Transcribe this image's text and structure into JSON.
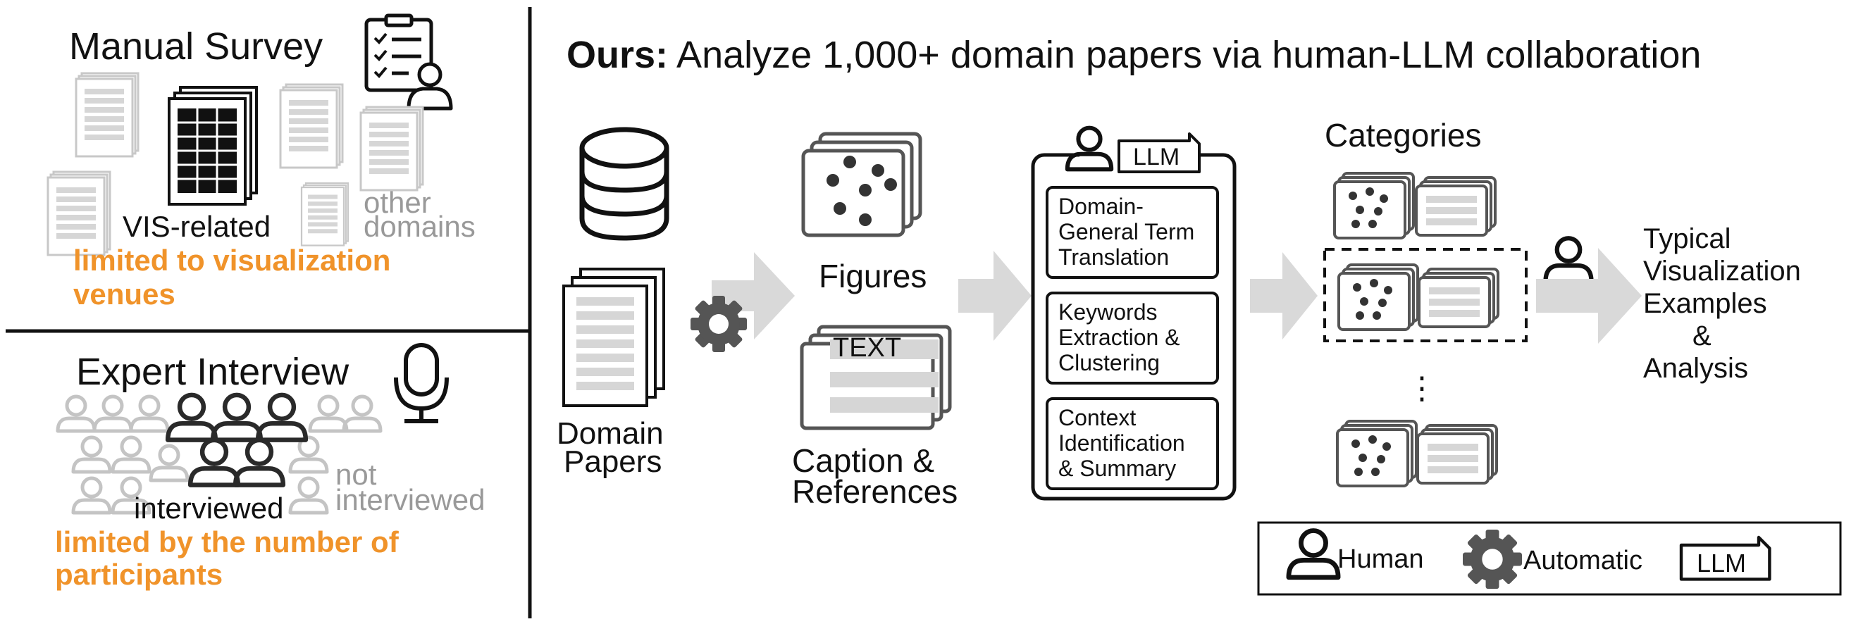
{
  "colors": {
    "ink": "#111111",
    "muted": "#999999",
    "light_gray": "#d9d9d9",
    "accent_orange": "#f0932a"
  },
  "left": {
    "manual_survey": {
      "title": "Manual Survey",
      "vis_related": "VIS-related",
      "other_line1": "other",
      "other_line2": "domains",
      "limit_line1": "limited to visualization",
      "limit_line2": "venues"
    },
    "expert_interview": {
      "title": "Expert Interview",
      "interviewed": "interviewed",
      "not_line1": "not",
      "not_line2": "interviewed",
      "limit_line1": "limited by the number of",
      "limit_line2": "participants"
    }
  },
  "ours": {
    "title_bold": "Ours:",
    "title_rest": " Analyze 1,000+ domain papers via human-LLM collaboration",
    "domain_papers_line1": "Domain",
    "domain_papers_line2": "Papers",
    "figures": "Figures",
    "text_tag": "TEXT",
    "caption_line1": "Caption &",
    "caption_line2": "References",
    "llm_tag": "LLM",
    "steps": [
      {
        "lines": [
          "Domain-",
          "General Term",
          "Translation"
        ]
      },
      {
        "lines": [
          "Keywords",
          "Extraction &",
          "Clustering"
        ]
      },
      {
        "lines": [
          "Context",
          "Identification",
          "& Summary"
        ]
      }
    ],
    "categories": "Categories",
    "ellipsis": "⋮",
    "output_lines": [
      "Typical",
      "Visualization",
      "Examples",
      "&",
      "Analysis"
    ]
  },
  "legend": {
    "human": "Human",
    "automatic": "Automatic",
    "llm": "LLM"
  }
}
